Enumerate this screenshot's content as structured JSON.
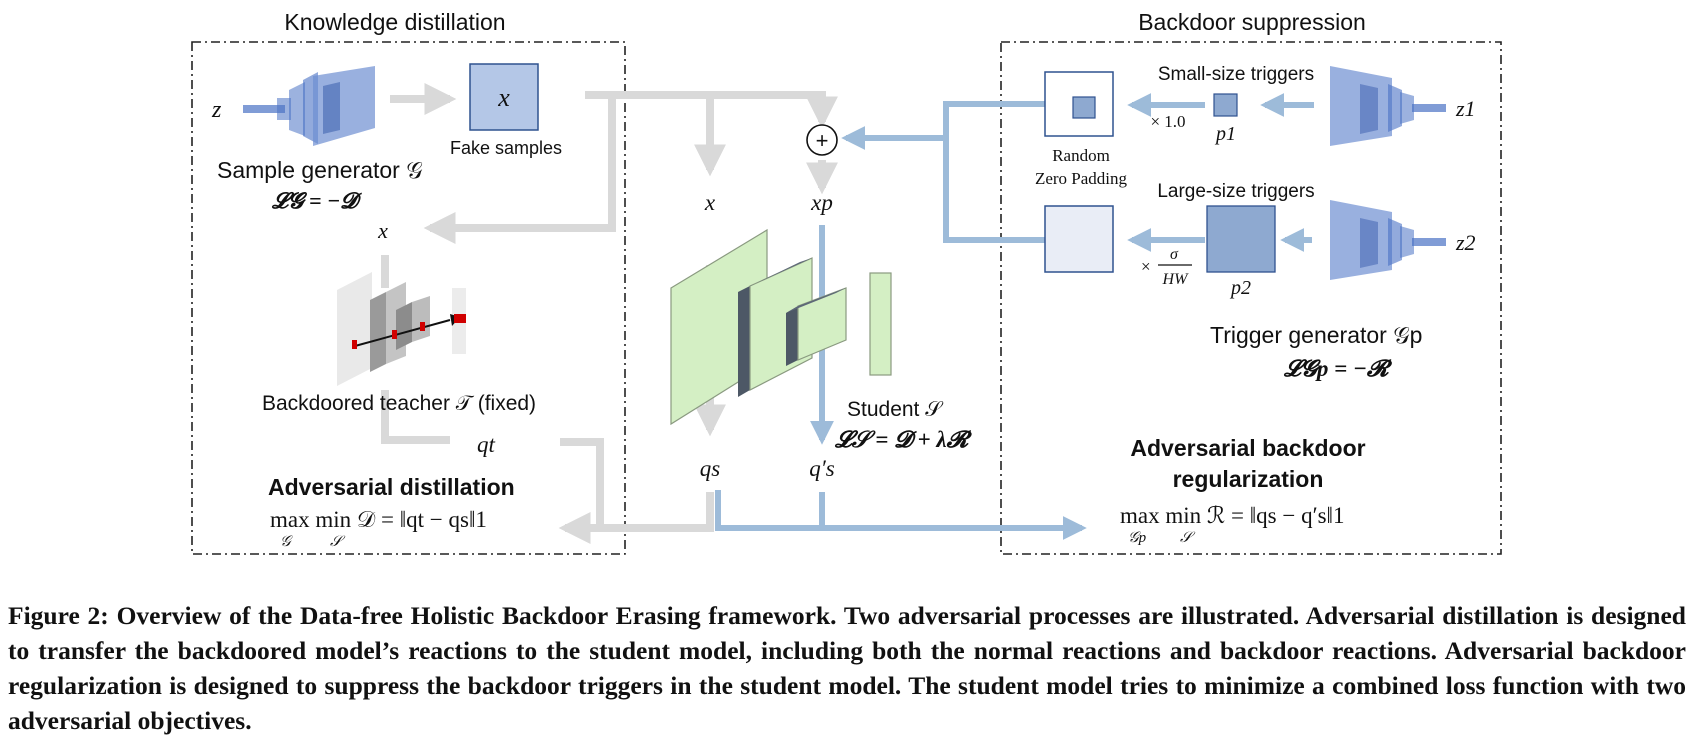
{
  "figure": {
    "left_section": {
      "title": "Knowledge distillation",
      "generator_input": "z",
      "fake_sample_symbol": "x",
      "fake_samples_label": "Fake samples",
      "sample_generator_label": "Sample generator 𝒢",
      "sample_generator_loss": "𝓛𝓖 = −𝓓",
      "teacher_input": "x",
      "teacher_label": "Backdoored teacher 𝒯 (fixed)",
      "teacher_output": "qt",
      "adv_distillation_title": "Adversarial distillation",
      "adv_distillation_formula": "max min 𝒟 = ‖qt − qs‖1",
      "formula_max_sub": "𝒢",
      "formula_min_sub": "𝒮"
    },
    "middle_section": {
      "x_label": "x",
      "xp_label": "xp",
      "plus_symbol": "+",
      "student_label": "Student 𝒮",
      "student_loss": "𝓛𝒮 = 𝓓 + λ𝓡",
      "qs_label": "qs",
      "qs_prime_label": "q′s"
    },
    "right_section": {
      "title": "Backdoor suppression",
      "small_triggers_label": "Small-size triggers",
      "small_scale": "× 1.0",
      "p1_label": "p1",
      "z1_label": "z1",
      "random_zero_padding": [
        "Random",
        "Zero Padding"
      ],
      "large_triggers_label": "Large-size triggers",
      "large_scale_prefix": "×",
      "large_scale_num": "σ",
      "large_scale_den": "HW",
      "p2_label": "p2",
      "z2_label": "z2",
      "trigger_generator_label": "Trigger generator 𝒢p",
      "trigger_generator_loss": "𝓛𝓖p = −𝓡",
      "adv_backdoor_title": [
        "Adversarial backdoor",
        "regularization"
      ],
      "adv_backdoor_formula": "max min ℛ = ‖qs − q′s‖1",
      "formula_max_sub": "𝒢p",
      "formula_min_sub": "𝒮"
    },
    "colors": {
      "gray_arrow": "#d9d9d9",
      "blue_arrow": "#9dbbd9",
      "generator_blue": "#4a72c4",
      "fake_sample_fill": "#b4c7e7",
      "student_green": "#d4efc4",
      "trigger_fill": "#8ea9d0",
      "teacher_red": "#d00000"
    }
  },
  "caption": "Figure 2: Overview of the Data-free Holistic Backdoor Erasing framework. Two adversarial processes are illustrated. Adversarial distillation is designed to transfer the backdoored model’s reactions to the student model, including both the normal reactions and backdoor reactions. Adversarial backdoor regularization is designed to suppress the backdoor triggers in the student model. The student model tries to minimize a combined loss function with two adversarial objectives."
}
